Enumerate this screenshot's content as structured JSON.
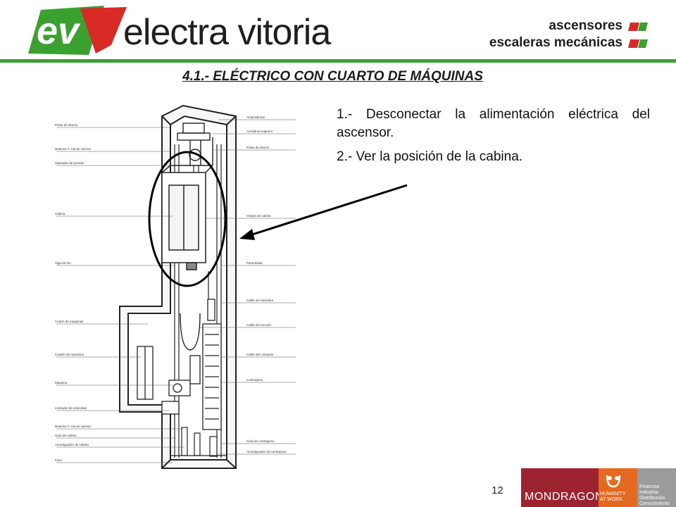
{
  "header": {
    "logo_letters": "ev",
    "brand": "electra vitoria",
    "tagline_1": "ascensores",
    "tagline_2": "escaleras mecánicas"
  },
  "slide": {
    "title": "4.1.- ELÉCTRICO CON CUARTO DE MÁQUINAS",
    "steps": [
      "1.- Desconectar la alimentación eléctrica del ascensor.",
      "2.- Ver la posición de la cabina."
    ],
    "page_number": "12"
  },
  "diagram": {
    "left_labels": [
      "Polea de desvío",
      "Detector F. nal de carrera",
      "Operador de puertas",
      "Cabina",
      "Viga de tiro",
      "Cuarto de maquinas",
      "Cuadro de maniobra",
      "Maquina",
      "Limitador de velocidad",
      "Detector F. nal de carrera",
      "Guía de cabina",
      "Amortiguador de cabina",
      "Foso"
    ],
    "right_labels": [
      "Amarraduras",
      "Armadura superior",
      "Polea de desvío",
      "Chasis de cabina",
      "Paracaídas",
      "Cable de maniobra",
      "Cable de tracción",
      "Cable del Limitador",
      "Contrapeso",
      "Guía de contrapeso",
      "Amortiguador de contrapeso"
    ]
  },
  "footer": {
    "company": "MONDRAGON",
    "tag_1": "HUMANITY",
    "tag_2": "AT WORK",
    "areas": [
      "Finanzas",
      "Industria",
      "Distribución",
      "Conocimiento"
    ]
  },
  "colors": {
    "brand_green": "#3aa02f",
    "brand_red": "#d92a26",
    "mondragon_red": "#9c2430",
    "mondragon_orange": "#e56a1f"
  }
}
